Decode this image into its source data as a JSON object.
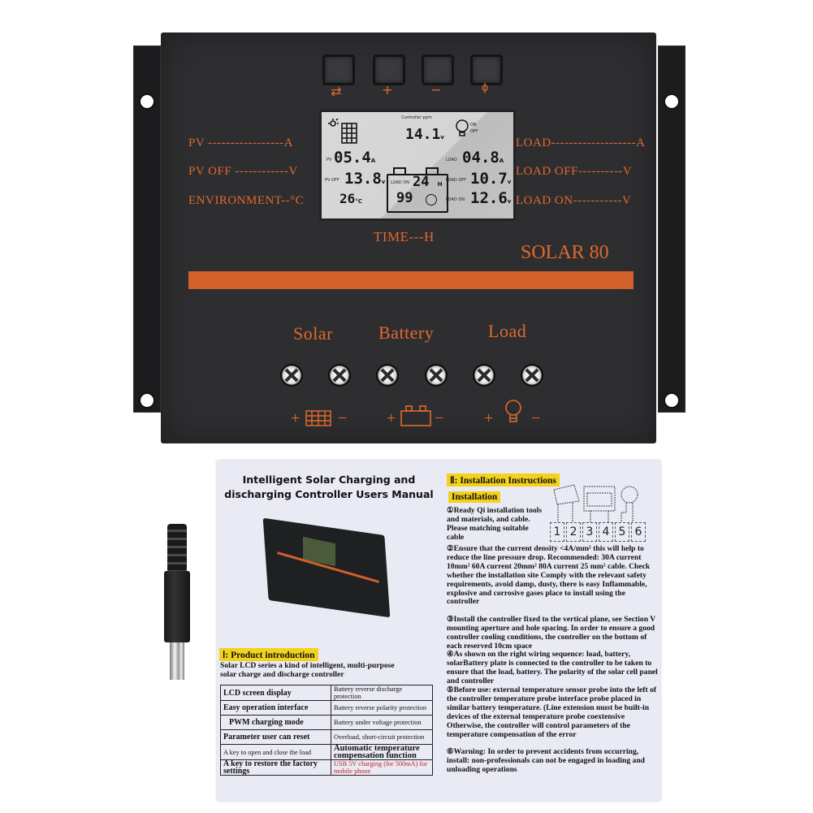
{
  "controller": {
    "model": "SOLAR 80",
    "keys": [
      {
        "name": "switch",
        "icon": "swap-arrows-icon",
        "glyph": "⇄"
      },
      {
        "name": "plus",
        "icon": "plus-icon",
        "glyph": "+"
      },
      {
        "name": "minus",
        "icon": "minus-icon",
        "glyph": "−"
      },
      {
        "name": "light",
        "icon": "lightbulb-icon",
        "glyph": "💡"
      }
    ],
    "left_labels": [
      "PV -----------------A",
      "PV OFF ------------V",
      "ENVIRONMENT--°C"
    ],
    "right_labels": [
      "LOAD-------------------A",
      "LOAD OFF----------V",
      "LOAD ON-----------V"
    ],
    "time_label": "TIME---H",
    "lcd": {
      "controller_label": "Controller ppm",
      "system_voltage": "14.1",
      "system_voltage_unit": "v",
      "pv_current": "05.4",
      "pv_current_unit": "A",
      "pv_off_voltage": "13.8",
      "pv_off_unit": "v",
      "temperature": "26",
      "temperature_unit": "°C",
      "load_on_time": "24",
      "load_on_time_unit": "H",
      "load_on_time_label": "LOAD ON",
      "battery_percent": "99",
      "load_current": "04.8",
      "load_current_unit": "A",
      "load_off_voltage": "10.7",
      "load_off_unit": "v",
      "load_on_voltage": "12.6",
      "load_on_unit": "v",
      "pv_label": "PV",
      "pv_off_label": "PV OFF",
      "load_label": "LOAD",
      "load_off_label": "LOAD OFF",
      "load_on_label": "LOAD ON",
      "on_off_label": "ON OFF"
    },
    "terminal_groups": [
      {
        "label": "Solar",
        "plus": "+",
        "minus": "−",
        "icon": "solar-panel-icon"
      },
      {
        "label": "Battery",
        "plus": "+",
        "minus": "−",
        "icon": "battery-icon"
      },
      {
        "label": "Load",
        "plus": "+",
        "minus": "−",
        "icon": "lightbulb-icon"
      }
    ]
  },
  "manual": {
    "title_line1": "Intelligent Solar Charging and",
    "title_line2": "discharging Controller Users Manual",
    "section1_heading": "Ⅰ: Product introduction",
    "section1_intro": "Solar LCD series a kind of intelligent, multi-purpose solar charge and discharge controller",
    "features": [
      [
        "LCD screen display",
        "Battery reverse discharge protection"
      ],
      [
        "Easy operation interface",
        "Battery reverse polarity protection"
      ],
      [
        "PWM charging mode",
        "Battery under voltage protection"
      ],
      [
        "Parameter user can reset",
        "Overload, short-circuit protection"
      ],
      [
        "A key to open and close the load",
        "Automatic temperature compensation function"
      ],
      [
        "A key to restore the factory settings",
        "USB 5V charging (for 500mA) for mobile phone"
      ]
    ],
    "section2_heading": "Ⅱ: Installation Instructions",
    "installation_heading": "Installation",
    "wiring_numbers": [
      "1",
      "2",
      "3",
      "4",
      "5",
      "6"
    ],
    "steps": [
      "①Ready Qi installation tools and materials, and cable. Please matching suitable cable",
      "②Ensure that the current density <4A/mm² this will help to reduce the line pressure drop. Recommended: 30A current 10mm² 60A current 20mm² 80A current 25 mm² cable. Check whether the installation site Comply with the relevant safety requirements, avoid damp, dusty, there is easy Inflammable, explosive and corrosive gases place to install using the controller",
      "③Install the controller fixed to the vertical plane, see Section V mounting aperture and hole spacing. In order to ensure a good controller cooling conditions, the controller on the bottom of each reserved 10cm space",
      "④As shown on the right wiring sequence: load, battery, solarBattery plate is connected to the controller to be taken to ensure that the load, battery. The polarity of the solar cell panel and controller",
      "⑤Before use: external temperature sensor probe into the left of the controller temperature probe interface probe placed in similar battery temperature. (Line extension must be built-in devices of the external temperature probe coextensive Otherwise, the controller will control parameters of the temperature compensation of the error",
      "⑥Warning: In order to prevent accidents from occurring, install: non-professionals can not be engaged in loading and unloading operations"
    ]
  },
  "accent_colors": {
    "orange": "#e0692c",
    "stripe": "#d2602a",
    "panel": "#2e2e31",
    "highlight_yellow": "#f2d21c"
  }
}
